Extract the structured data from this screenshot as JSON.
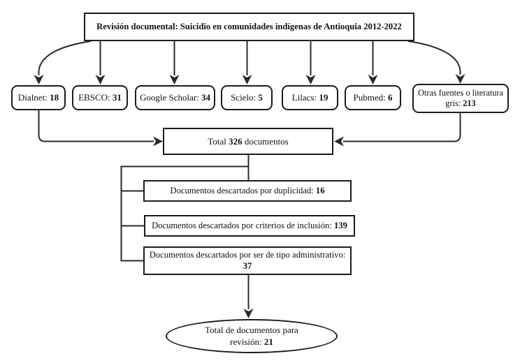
{
  "diagram": {
    "title": "Revisión documental: Suicidio en comunidades indígenas de Antioquia 2012-2022",
    "sources": [
      {
        "label": "Dialnet:",
        "value": "18"
      },
      {
        "label": "EBSCO:",
        "value": "31"
      },
      {
        "label": "Google Scholar:",
        "value": "34"
      },
      {
        "label": "Scielo:",
        "value": "5"
      },
      {
        "label": "Lilacs:",
        "value": "19"
      },
      {
        "label": "Pubmed:",
        "value": "6"
      },
      {
        "label": "Otras fuentes o literatura gris:",
        "value": "213"
      }
    ],
    "total": {
      "prefix": "Total",
      "value": "326",
      "suffix": "documentos"
    },
    "discarded": [
      {
        "label": "Documentos descartados por duplicidad:",
        "value": "16"
      },
      {
        "label": "Documentos descartados por criterios de inclusión:",
        "value": "139"
      },
      {
        "label": "Documentos descartados por ser de tipo administrativo:",
        "value": "37"
      }
    ],
    "final": {
      "label": "Total de documentos para revisión:",
      "value": "21"
    },
    "colors": {
      "line": "#2a2a2a",
      "border": "#1c1c1c",
      "text": "#111111",
      "background": "#ffffff"
    }
  }
}
